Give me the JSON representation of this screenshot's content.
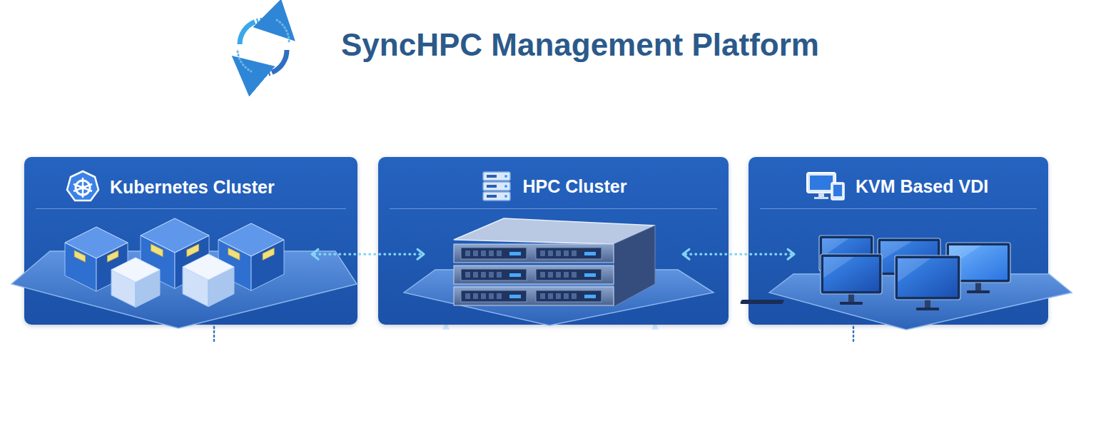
{
  "diagram": {
    "title": "SyncHPC Management Platform",
    "nodes": [
      {
        "text": [
          "Kubernetes Cluster"
        ]
      },
      {
        "text": [
          "HPC Cluster"
        ]
      },
      {
        "text": [
          "KVM Based VDI"
        ]
      }
    ],
    "edges": [
      {
        "from": 0,
        "to": 1,
        "arrow": "both"
      },
      {
        "from": 1,
        "to": 2,
        "arrow": "both"
      }
    ]
  }
}
